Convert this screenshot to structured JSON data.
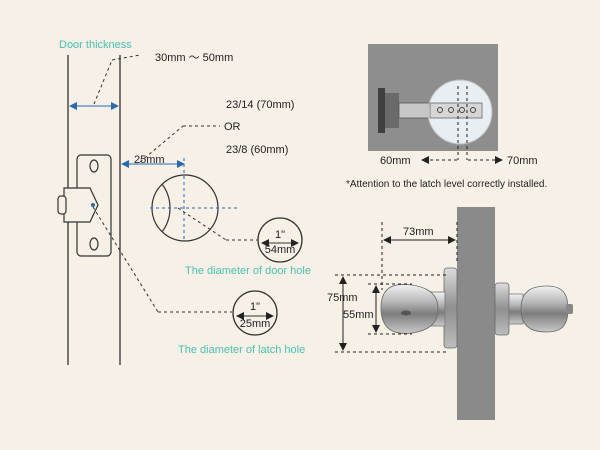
{
  "labels": {
    "door_thickness": "Door thickness",
    "thickness_range": "30mm 〜 50mm",
    "backset_long": "23/14 (70mm)",
    "or": "OR",
    "backset_short": "23/8 (60mm)",
    "backset_distance": "25mm",
    "door_hole_inch": "1\"",
    "door_hole_mm": "54mm",
    "door_hole_caption": "The diameter of door hole",
    "latch_hole_inch": "1\"",
    "latch_hole_mm": "25mm",
    "latch_hole_caption": "The diameter of latch hole",
    "latch_60": "60mm",
    "latch_70": "70mm",
    "attention": "*Attention to the latch level correctly installed.",
    "knob_projection": "73mm",
    "rosette_diameter": "75mm",
    "knob_diameter": "55mm"
  },
  "colors": {
    "background": "#f6f0e7",
    "caption_teal": "#4cc1b1",
    "dimension_blue": "#2a69b0",
    "line_dark": "#333333",
    "door_gray": "#8a8a8a"
  },
  "icons": {
    "latch_plate": "latch-faceplate-icon",
    "knob": "door-knob-icon"
  }
}
